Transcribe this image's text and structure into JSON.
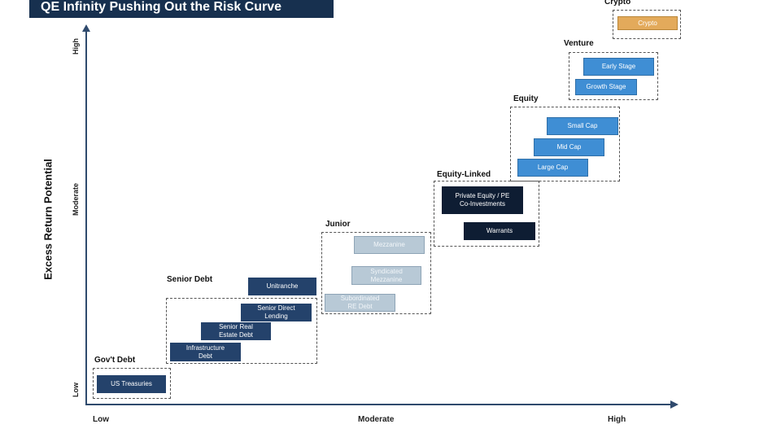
{
  "title": "QE Infinity Pushing Out the Risk Curve",
  "y_axis": {
    "label": "Excess Return Potential",
    "low": "Low",
    "moderate": "Moderate",
    "high": "High"
  },
  "x_axis": {
    "low": "Low",
    "moderate": "Moderate",
    "high": "High"
  },
  "groups": {
    "govt_debt": {
      "label": "Gov't Debt",
      "items": [
        "US Treasuries"
      ]
    },
    "senior_debt": {
      "label": "Senior Debt",
      "items": [
        "Unitranche",
        "Senior Direct\nLending",
        "Senior Real\nEstate Debt",
        "Infrastructure\nDebt"
      ]
    },
    "junior": {
      "label": "Junior",
      "items": [
        "Mezzanine",
        "Syndicated\nMezzanine",
        "Subordinated\nRE Debt"
      ]
    },
    "equity_linked": {
      "label": "Equity-Linked",
      "items": [
        "Private Equity / PE\nCo-Investments",
        "Warrants"
      ]
    },
    "equity": {
      "label": "Equity",
      "items": [
        "Small Cap",
        "Mid Cap",
        "Large Cap"
      ]
    },
    "venture": {
      "label": "Venture",
      "items": [
        "Early Stage",
        "Growth Stage"
      ]
    },
    "crypto": {
      "label": "Crypto",
      "items": [
        "Crypto"
      ]
    }
  },
  "colors": {
    "title_bg": "#17304f",
    "debt": "#24426b",
    "equity_linked": "#0e1d33",
    "junior": "#b8c9d6",
    "equity": "#3f8ed4",
    "crypto": "#e3aa5b"
  }
}
